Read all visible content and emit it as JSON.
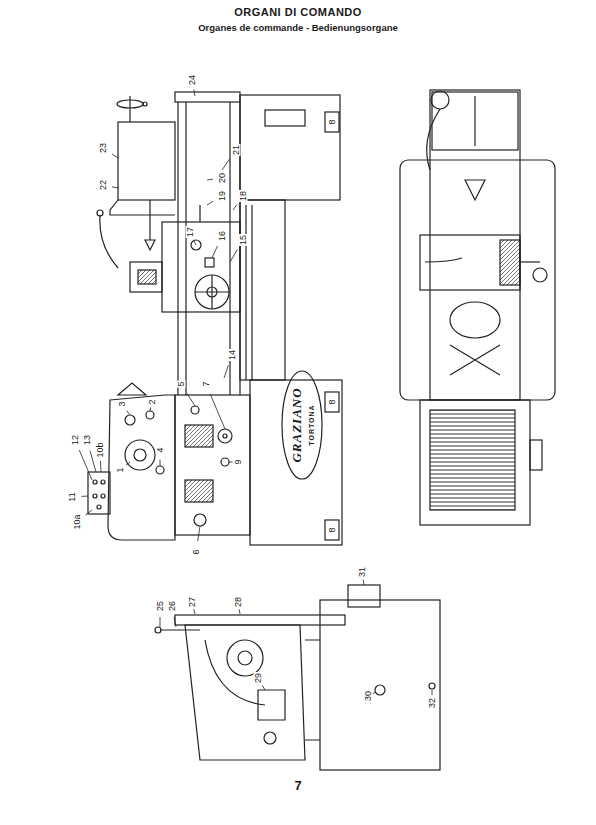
{
  "diagram": {
    "title": "ORGANI DI COMANDO",
    "labels": [
      "Organes de commande - Bedienungsorgane",
      "24",
      "23",
      "22",
      "21",
      "20",
      "19",
      "18",
      "17",
      "16",
      "15",
      "14",
      "5",
      "3",
      "2",
      "1",
      "4",
      "7",
      "9",
      "6",
      "12",
      "13",
      "10b",
      "11",
      "10a",
      "8",
      "8",
      "8",
      "GRAZIANO",
      "TORTONA",
      "25",
      "26",
      "27",
      "28",
      "31",
      "29",
      "30",
      "32",
      "7"
    ]
  }
}
